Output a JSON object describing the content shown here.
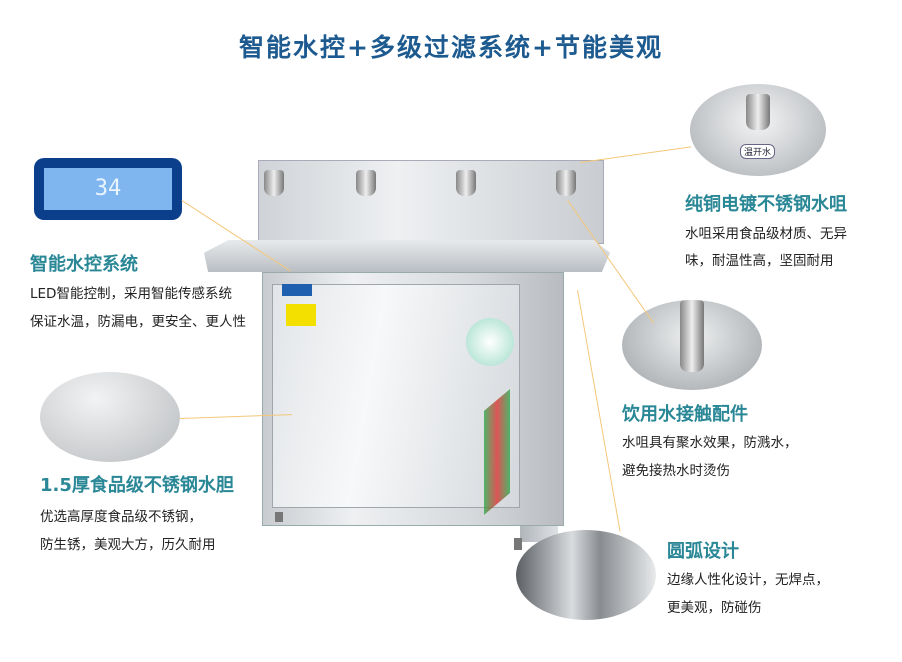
{
  "title": "智能水控+多级过滤系统+节能美观",
  "features": [
    {
      "heading": "智能水控系统",
      "lines": [
        "LED智能控制，采用智能传感系统",
        "保证水温，防漏电，更安全、更人性"
      ]
    },
    {
      "heading": "1.5厚食品级不锈钢水胆",
      "lines": [
        "优选高厚度食品级不锈钢，",
        "防生锈，美观大方，历久耐用"
      ]
    },
    {
      "heading": "纯铜电镀不锈钢水咀",
      "lines": [
        "水咀采用食品级材质、无异",
        "味，耐温性高，坚固耐用"
      ]
    },
    {
      "heading": "饮用水接触配件",
      "lines": [
        "水咀具有聚水效果，防溅水，",
        "避免接热水时烫伤"
      ]
    },
    {
      "heading": "圆弧设计",
      "lines": [
        "边缘人性化设计，无焊点，",
        "更美观，防碰伤"
      ]
    }
  ],
  "display_reading": "34",
  "tap_label": "温开水",
  "colors": {
    "title": "#1d5a8f",
    "heading": "#2a8796",
    "leader": "#f3c77a"
  }
}
